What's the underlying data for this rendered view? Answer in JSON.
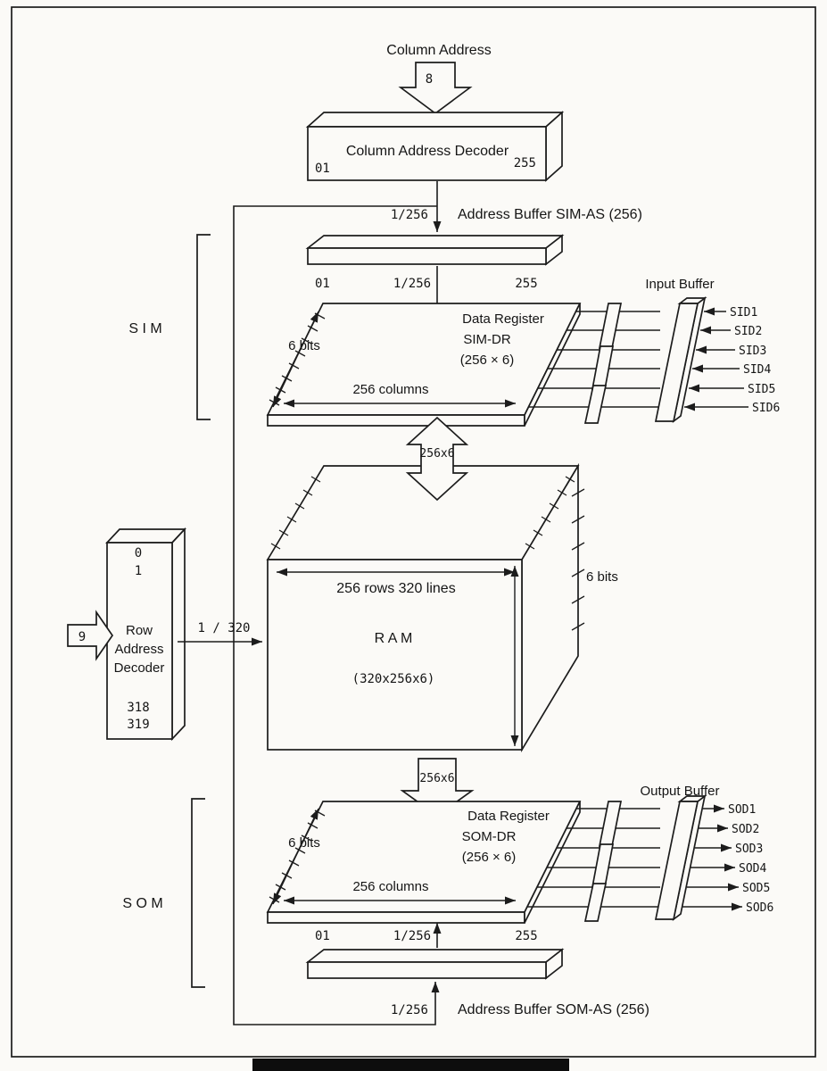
{
  "top": {
    "column_address_label": "Column Address",
    "column_bus_width": "8",
    "decoder_label": "Column Address Decoder",
    "decoder_first": "01",
    "decoder_last": "255"
  },
  "sim": {
    "bracket_label": "S I M",
    "select_ratio": "1/256",
    "address_buffer_label": "Address Buffer SIM-AS (256)",
    "buffer_first": "01",
    "buffer_ratio": "1/256",
    "buffer_last": "255",
    "register_name_line1": "Data Register",
    "register_name_line2": "SIM-DR",
    "register_size": "(256 × 6)",
    "bits_label": "6 bits",
    "columns_label": "256 columns",
    "input_buffer_label": "Input Buffer",
    "signals": [
      "SID1",
      "SID2",
      "SID3",
      "SID4",
      "SID5",
      "SID6"
    ]
  },
  "ram": {
    "input_bus_label": "256x6",
    "output_bus_label": "256x6",
    "rows_label": "256 rows 320 lines",
    "name": "R A M",
    "size_label": "(320x256x6)",
    "bits_label": "6 bits"
  },
  "row_decoder": {
    "first_rows": [
      "0",
      "1"
    ],
    "name_lines": [
      "Row",
      "Address",
      "Decoder"
    ],
    "last_rows": [
      "318",
      "319"
    ],
    "address_bus_width": "9",
    "select_ratio": "1 / 320"
  },
  "som": {
    "bracket_label": "S O M",
    "select_ratio": "1/256",
    "address_buffer_label": "Address Buffer SOM-AS (256)",
    "buffer_first": "01",
    "buffer_ratio": "1/256",
    "buffer_last": "255",
    "register_name_line1": "Data Register",
    "register_name_line2": "SOM-DR",
    "register_size": "(256 × 6)",
    "bits_label": "6 bits",
    "columns_label": "256 columns",
    "output_buffer_label": "Output Buffer",
    "signals": [
      "SOD1",
      "SOD2",
      "SOD3",
      "SOD4",
      "SOD5",
      "SOD6"
    ]
  }
}
